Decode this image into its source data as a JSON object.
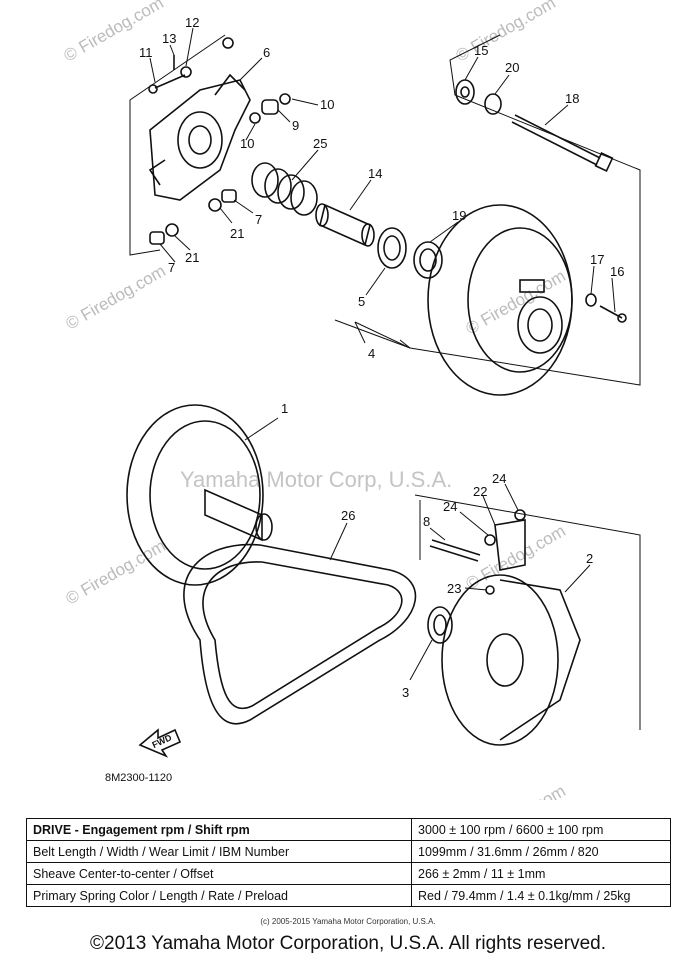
{
  "watermarks": {
    "firedog_top": "© Firedog.com",
    "firedog_repeat": "© Firedog.com",
    "yamaha_center": "Yamaha Motor Corp, U.S.A."
  },
  "diagram": {
    "callouts": [
      "1",
      "2",
      "3",
      "4",
      "5",
      "6",
      "7",
      "7",
      "8",
      "9",
      "10",
      "10",
      "11",
      "12",
      "13",
      "14",
      "15",
      "16",
      "17",
      "18",
      "19",
      "20",
      "21",
      "21",
      "22",
      "23",
      "24",
      "24",
      "25",
      "26"
    ],
    "part_code": "8M2300-1120",
    "fwd_label": "FWD"
  },
  "spec_table": {
    "rows": [
      {
        "label": "DRIVE - Engagement rpm / Shift rpm",
        "value": "3000 ± 100 rpm / 6600 ± 100 rpm"
      },
      {
        "label": "Belt Length / Width / Wear Limit / IBM Number",
        "value": "1099mm / 31.6mm / 26mm / 820"
      },
      {
        "label": "Sheave Center-to-center / Offset",
        "value": "266 ± 2mm / 11 ± 1mm"
      },
      {
        "label": "Primary Spring Color / Length / Rate / Preload",
        "value": "Red / 79.4mm / 1.4 ± 0.1kg/mm / 25kg"
      }
    ]
  },
  "small_copyright": "(c) 2005-2015 Yamaha Motor Corporation, U.S.A.",
  "footer": "©2013 Yamaha Motor Corporation, U.S.A. All rights reserved."
}
